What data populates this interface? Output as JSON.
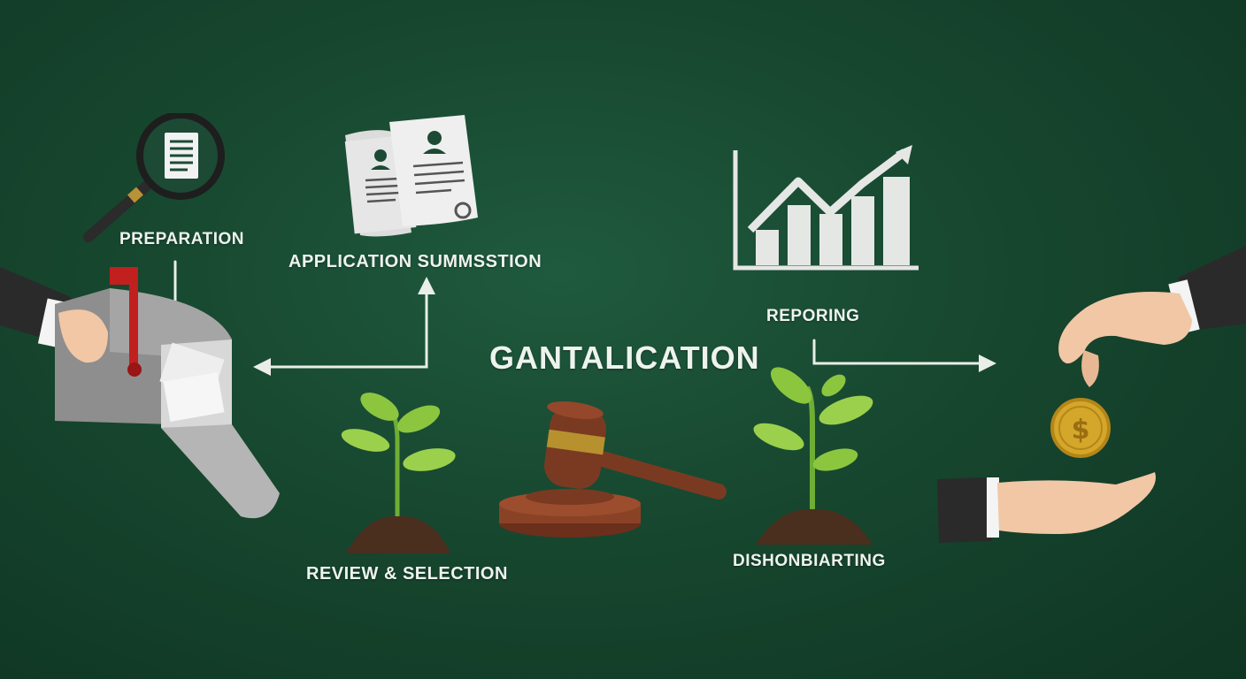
{
  "diagram": {
    "center_title": "GANTALICATION",
    "stages": {
      "preparation": "PREPARATION",
      "application": "APPLICATION SUMMSSTION",
      "reporting": "REPORING",
      "review": "REVIEW & SELECTION",
      "disbursing": "DISHONBIARTING"
    }
  },
  "colors": {
    "background": "#17472f",
    "text": "#eef3ee",
    "plant_leaf": "#8cc63f",
    "soil": "#4a2e1e",
    "gavel_wood": "#7a3a22",
    "coin": "#d4a62a"
  },
  "icons": [
    "magnifier-document-icon",
    "resume-documents-icon",
    "bar-chart-growth-icon",
    "mailbox-icon",
    "sprout-icon",
    "gavel-icon",
    "hand-coin-icon"
  ]
}
